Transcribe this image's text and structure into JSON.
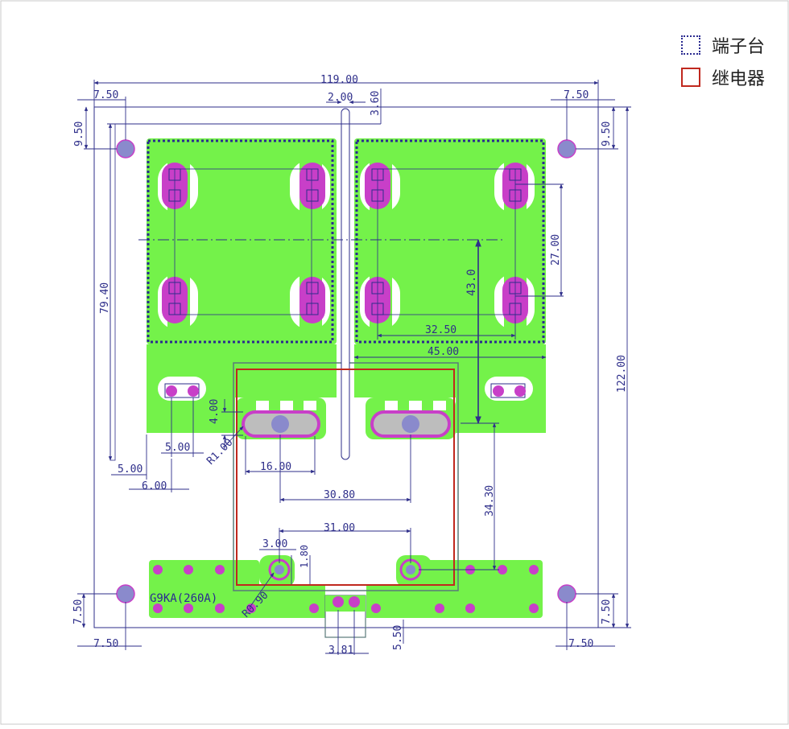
{
  "legend": [
    {
      "label": "端子台",
      "style": "dotted",
      "color": "#2a2a90"
    },
    {
      "label": "继电器",
      "style": "solid",
      "color": "#c0281e"
    }
  ],
  "board": {
    "label": "G9KA(260A)",
    "colors": {
      "copper": "#74f24a",
      "pad": "#c83fc8",
      "slot": "#bdbdbd",
      "dim": "#2e2e8a",
      "outline": "#2a2a90",
      "relay": "#c0281e"
    }
  },
  "dims": {
    "overall_width": "119.00",
    "corner_x_top_left": "7.50",
    "corner_x_top_right": "7.50",
    "corner_y_top_left": "9.50",
    "corner_y_top_right": "9.50",
    "slot_width": "2.00",
    "slot_offset": "3.60",
    "left_height": "79.40",
    "span_27": "27.00",
    "span_43": "43.0",
    "span_32_50": "32.50",
    "span_45": "45.00",
    "overall_height": "122.00",
    "small_4": "4.00",
    "radius_r1": "R1.00",
    "pitch_5_a": "5.00",
    "pitch_5_b": "5.00",
    "pitch_6": "6.00",
    "slot_16": "16.00",
    "pitch_30_80": "30.80",
    "height_34_30": "34.30",
    "small_3": "3.00",
    "pitch_31": "31.00",
    "small_1_80": "1.80",
    "radius_r0_90": "R0.90",
    "corner_y_bottom_left": "7.50",
    "corner_y_bottom_right": "7.50",
    "corner_x_bottom_left": "7.50",
    "corner_x_bottom_right": "7.50",
    "bottom_5_50": "5.50",
    "bottom_3_81": "3.81"
  }
}
